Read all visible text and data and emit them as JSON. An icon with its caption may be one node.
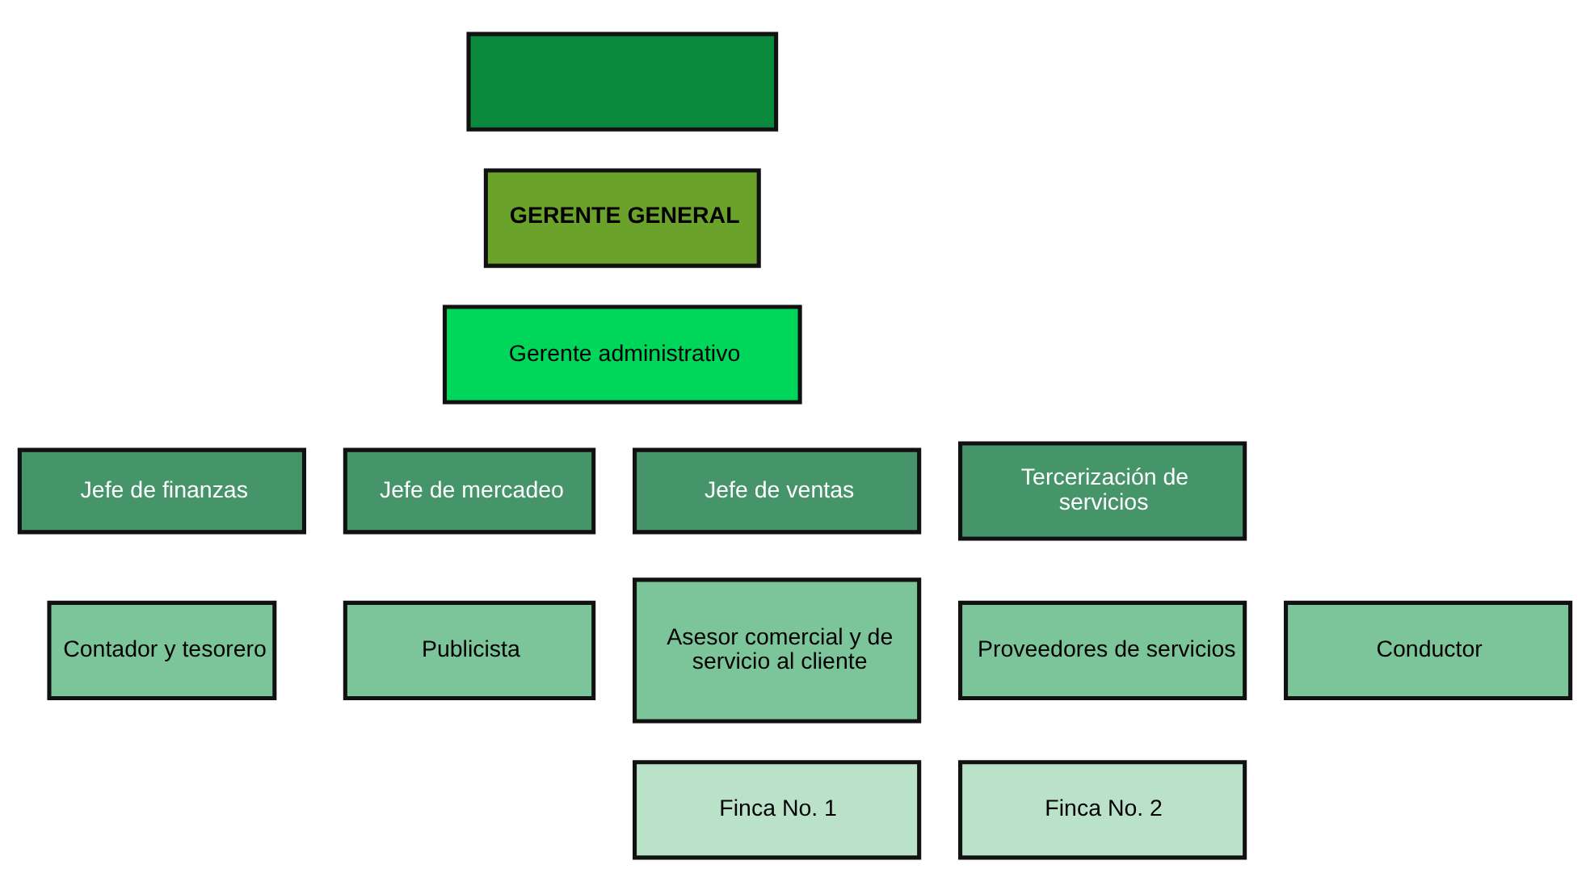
{
  "diagram": {
    "nodes": [
      {
        "text": [],
        "shape": "box"
      },
      {
        "text": [
          "GERENTE GENERAL"
        ]
      },
      {
        "text": [
          "Gerente administrativo"
        ]
      },
      {
        "text": [
          "Jefe de finanzas"
        ]
      },
      {
        "text": [
          "Jefe de mercadeo"
        ]
      },
      {
        "text": [
          "Jefe de ventas"
        ]
      },
      {
        "text": [
          "Tercerización de servicios"
        ]
      },
      {
        "text": [
          "Contador y tesorero"
        ]
      },
      {
        "text": [
          "Publicista"
        ]
      },
      {
        "text": [
          "Asesor comercial y de servicio al cliente"
        ]
      },
      {
        "text": [
          "Proveedores de servicios"
        ]
      },
      {
        "text": [
          "Conductor"
        ]
      },
      {
        "text": [
          "Finca No. 1"
        ]
      },
      {
        "text": [
          "Finca No. 2"
        ]
      }
    ]
  }
}
